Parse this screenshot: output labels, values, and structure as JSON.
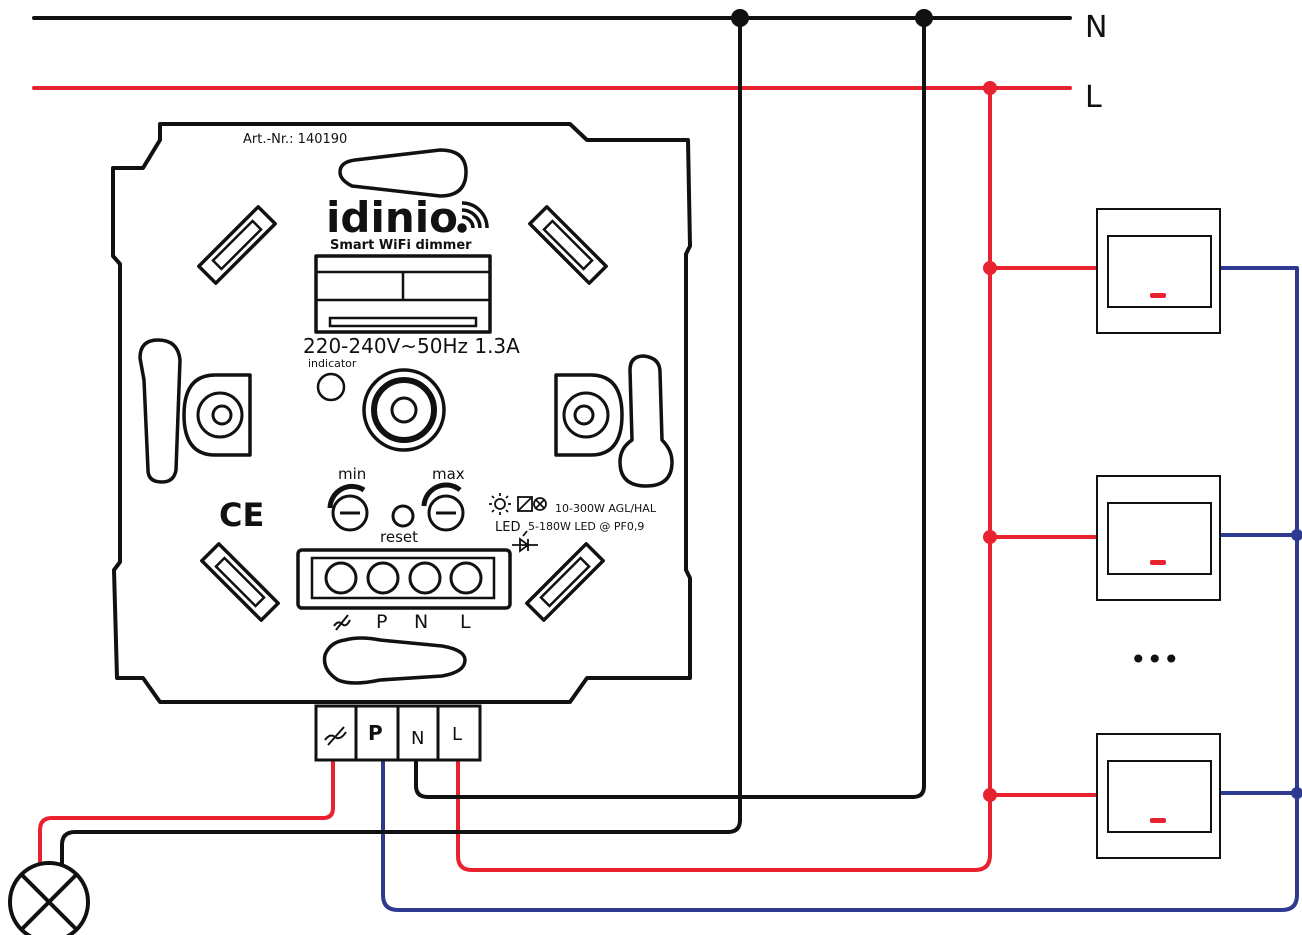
{
  "colors": {
    "neutral_wire": "#111111",
    "live_wire": "#e8232f",
    "switch_wire": "#2e3a8f",
    "indicator_led": "#e8232f"
  },
  "bus_labels": {
    "neutral": "N",
    "live": "L"
  },
  "dimmer": {
    "article_number": "Art.-Nr.: 140190",
    "brand": "idinio",
    "brand_icon": "wifi-icon",
    "subtitle": "Smart WiFi dimmer",
    "rating": "220-240V~50Hz 1.3A",
    "indicator_label": "indicator",
    "min_label": "min",
    "max_label": "max",
    "reset_label": "reset",
    "ce_mark": "CE",
    "load_icons": [
      "bulb-icon",
      "transformer-icon",
      "led-diode-icon"
    ],
    "load_spec_1": "10-300W AGL/HAL",
    "load_spec_2_prefix": "LED",
    "load_spec_2": "5-180W LED @ PF0,9",
    "terminal_labels_on_module": [
      "P",
      "N",
      "L"
    ],
    "terminal_block_labels": [
      "P",
      "N",
      "L"
    ]
  },
  "switch_panel": {
    "switch_count_shown": 3,
    "ellipsis": "•••"
  }
}
